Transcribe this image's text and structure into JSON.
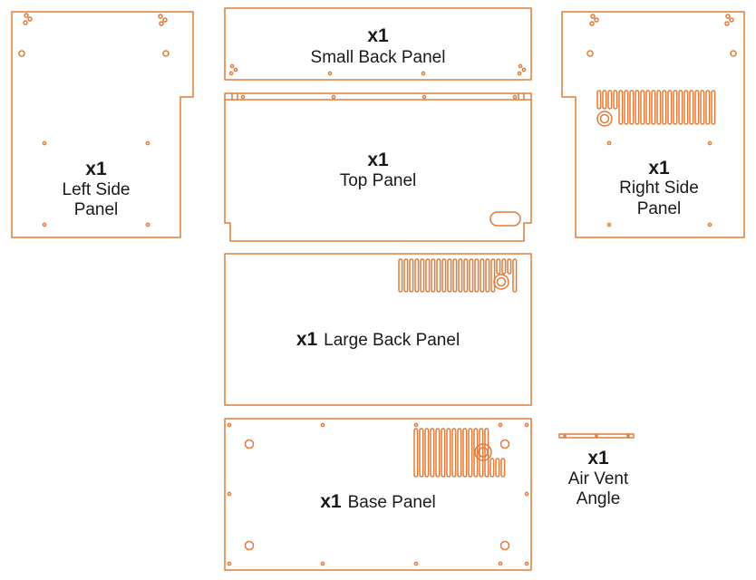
{
  "colors": {
    "outline": "#E07B39",
    "text": "#1A1A1A",
    "background": "#FFFFFF"
  },
  "panels": {
    "left_side": {
      "qty": "x1",
      "line1": "Left Side",
      "line2": "Panel"
    },
    "small_back": {
      "qty": "x1",
      "label": "Small Back Panel"
    },
    "top": {
      "qty": "x1",
      "label": "Top Panel"
    },
    "right_side": {
      "qty": "x1",
      "line1": "Right Side",
      "line2": "Panel"
    },
    "large_back": {
      "qty": "x1",
      "label": "Large Back Panel"
    },
    "base": {
      "qty": "x1",
      "label": "Base Panel"
    },
    "air_vent": {
      "qty": "x1",
      "line1": "Air Vent",
      "line2": "Angle"
    }
  }
}
